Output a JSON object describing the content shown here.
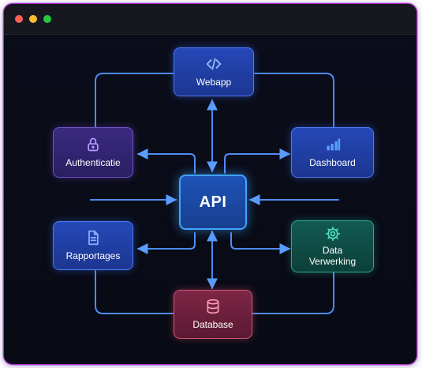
{
  "window": {
    "controls": [
      "close",
      "minimize",
      "maximize"
    ],
    "border_color": "#b02cc8",
    "background": "#0b0d1a"
  },
  "diagram": {
    "center": {
      "label": "API"
    },
    "nodes": {
      "webapp": {
        "label": "Webapp",
        "icon": "code-icon",
        "color": "#2548b8"
      },
      "authenticatie": {
        "label": "Authenticatie",
        "icon": "lock-icon",
        "color": "#3a2a80"
      },
      "dashboard": {
        "label": "Dashboard",
        "icon": "bar-chart-icon",
        "color": "#2548b8"
      },
      "rapportages": {
        "label": "Rapportages",
        "icon": "document-icon",
        "color": "#2548b8"
      },
      "data_verwerking": {
        "label_line1": "Data",
        "label_line2": "Verwerking",
        "icon": "gear-icon",
        "color": "#125a52"
      },
      "database": {
        "label": "Database",
        "icon": "database-icon",
        "color": "#7e2645"
      }
    },
    "connector_color": "#4d8cf5"
  }
}
